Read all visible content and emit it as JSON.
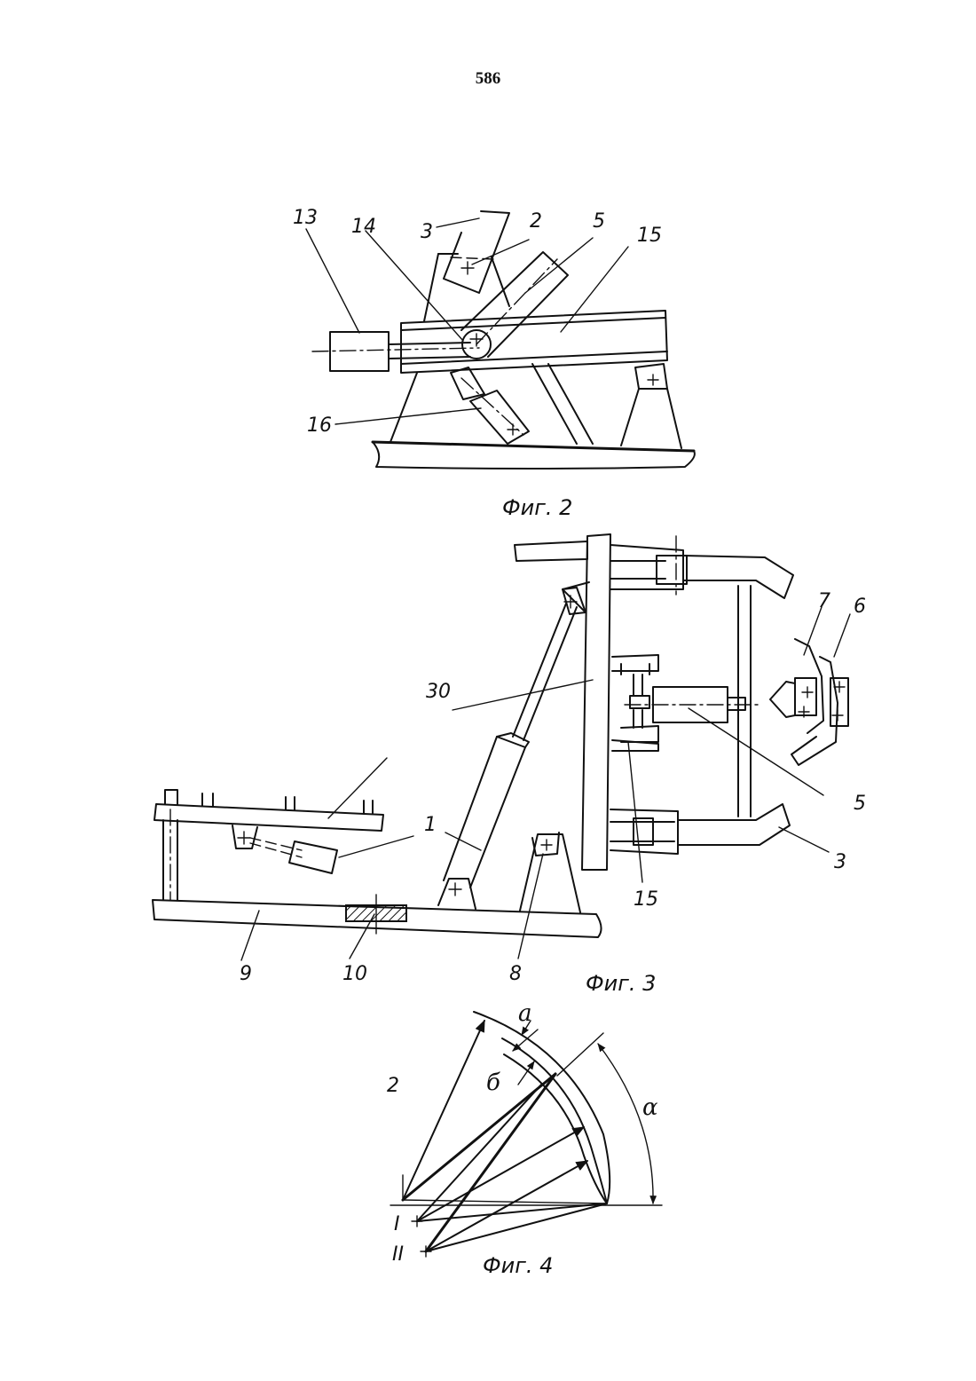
{
  "page": {
    "number": "586"
  },
  "figures": [
    {
      "caption": "Фиг. 2",
      "labels": [
        "13",
        "14",
        "3",
        "2",
        "5",
        "15",
        "16"
      ]
    },
    {
      "caption": "Фиг. 3",
      "labels": [
        "7",
        "6",
        "30",
        "5",
        "1",
        "3",
        "15",
        "9",
        "10",
        "8"
      ]
    },
    {
      "caption": "Фиг. 4",
      "labels": [
        "2",
        "I",
        "II",
        "a",
        "б",
        "α"
      ]
    }
  ]
}
